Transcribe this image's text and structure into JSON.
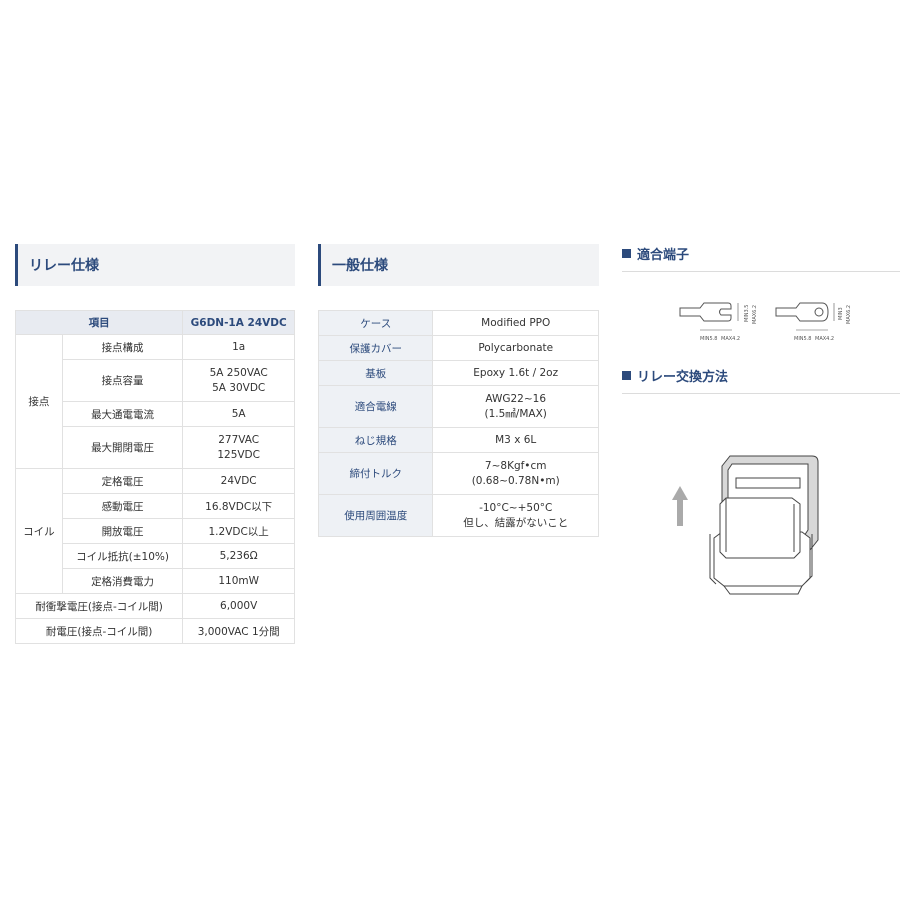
{
  "relay": {
    "title": "リレー仕様",
    "header": {
      "item": "項目",
      "model": "G6DN-1A 24VDC"
    },
    "contact_group": "接点",
    "coil_group": "コイル",
    "contact_rows": [
      {
        "label": "接点構成",
        "value": "1a"
      },
      {
        "label": "接点容量",
        "value1": "5A 250VAC",
        "value2": "5A 30VDC"
      },
      {
        "label": "最大通電電流",
        "value": "5A"
      },
      {
        "label": "最大開閉電圧",
        "value1": "277VAC",
        "value2": "125VDC"
      }
    ],
    "coil_rows": [
      {
        "label": "定格電圧",
        "value": "24VDC"
      },
      {
        "label": "感動電圧",
        "value": "16.8VDC以下"
      },
      {
        "label": "開放電圧",
        "value": "1.2VDC以上"
      },
      {
        "label": "コイル抵抗(±10%)",
        "value": "5,236Ω"
      },
      {
        "label": "定格消費電力",
        "value": "110mW"
      }
    ],
    "extra_rows": [
      {
        "label": "耐衝撃電圧(接点-コイル間)",
        "value": "6,000V"
      },
      {
        "label": "耐電圧(接点-コイル間)",
        "value": "3,000VAC 1分間"
      }
    ]
  },
  "general": {
    "title": "一般仕様",
    "rows": [
      {
        "label": "ケース",
        "value1": "Modified PPO"
      },
      {
        "label": "保護カバー",
        "value1": "Polycarbonate"
      },
      {
        "label": "基板",
        "value1": "Epoxy 1.6t / 2oz"
      },
      {
        "label": "適合電線",
        "value1": "AWG22~16",
        "value2": "(1.5㎟/MAX)"
      },
      {
        "label": "ねじ規格",
        "value1": "M3 x 6L"
      },
      {
        "label": "締付トルク",
        "value1": "7~8Kgf•cm",
        "value2": "(0.68~0.78N•m)"
      },
      {
        "label": "使用周囲温度",
        "value1": "-10°C~+50°C",
        "value2": "但し、結露がないこと"
      }
    ]
  },
  "terminal": {
    "title": "適合端子",
    "dims": {
      "min": "MIN5.8",
      "max_w": "MAX4.2",
      "min_h1": "MIN3.5",
      "max_h": "MAX6.2",
      "min_h2": "MIN3"
    }
  },
  "replace": {
    "title": "リレー交換方法"
  },
  "colors": {
    "accent": "#2c4a7c",
    "header_bg": "#e8ebf1",
    "label_bg": "#eef1f5"
  }
}
